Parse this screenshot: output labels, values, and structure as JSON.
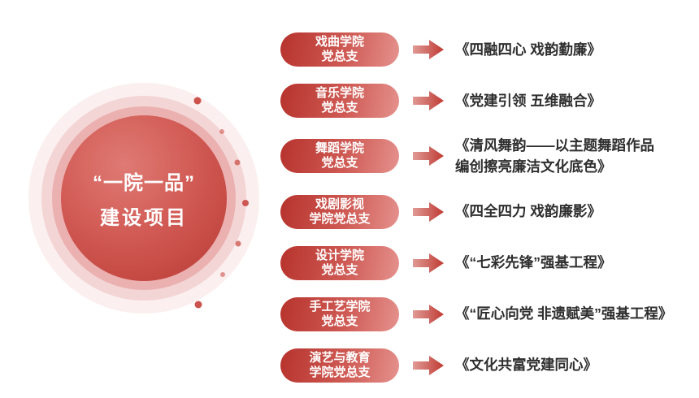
{
  "center": {
    "line1": "“一院一品”",
    "line2": "建设项目"
  },
  "colors": {
    "accent_dark": "#b7332d",
    "accent_light": "#e5928e",
    "text": "#2e2e2e"
  },
  "rows": [
    {
      "branch_line1": "戏曲学院",
      "branch_line2": "党总支",
      "project": "《四融四心 戏韵勤廉》"
    },
    {
      "branch_line1": "音乐学院",
      "branch_line2": "党总支",
      "project": "《党建引领 五维融合》"
    },
    {
      "branch_line1": "舞蹈学院",
      "branch_line2": "党总支",
      "project": "《清风舞韵——以主题舞蹈作品\n编创擦亮廉洁文化底色》"
    },
    {
      "branch_line1": "戏剧影视",
      "branch_line2": "学院党总支",
      "project": "《四全四力 戏韵廉影》"
    },
    {
      "branch_line1": "设计学院",
      "branch_line2": "党总支",
      "project": "《“七彩先锋”强基工程》"
    },
    {
      "branch_line1": "手工艺学院",
      "branch_line2": "党总支",
      "project": "《“匠心向党 非遗赋美”强基工程》"
    },
    {
      "branch_line1": "演艺与教育",
      "branch_line2": "学院党总支",
      "project": "《文化共富党建同心》"
    }
  ]
}
